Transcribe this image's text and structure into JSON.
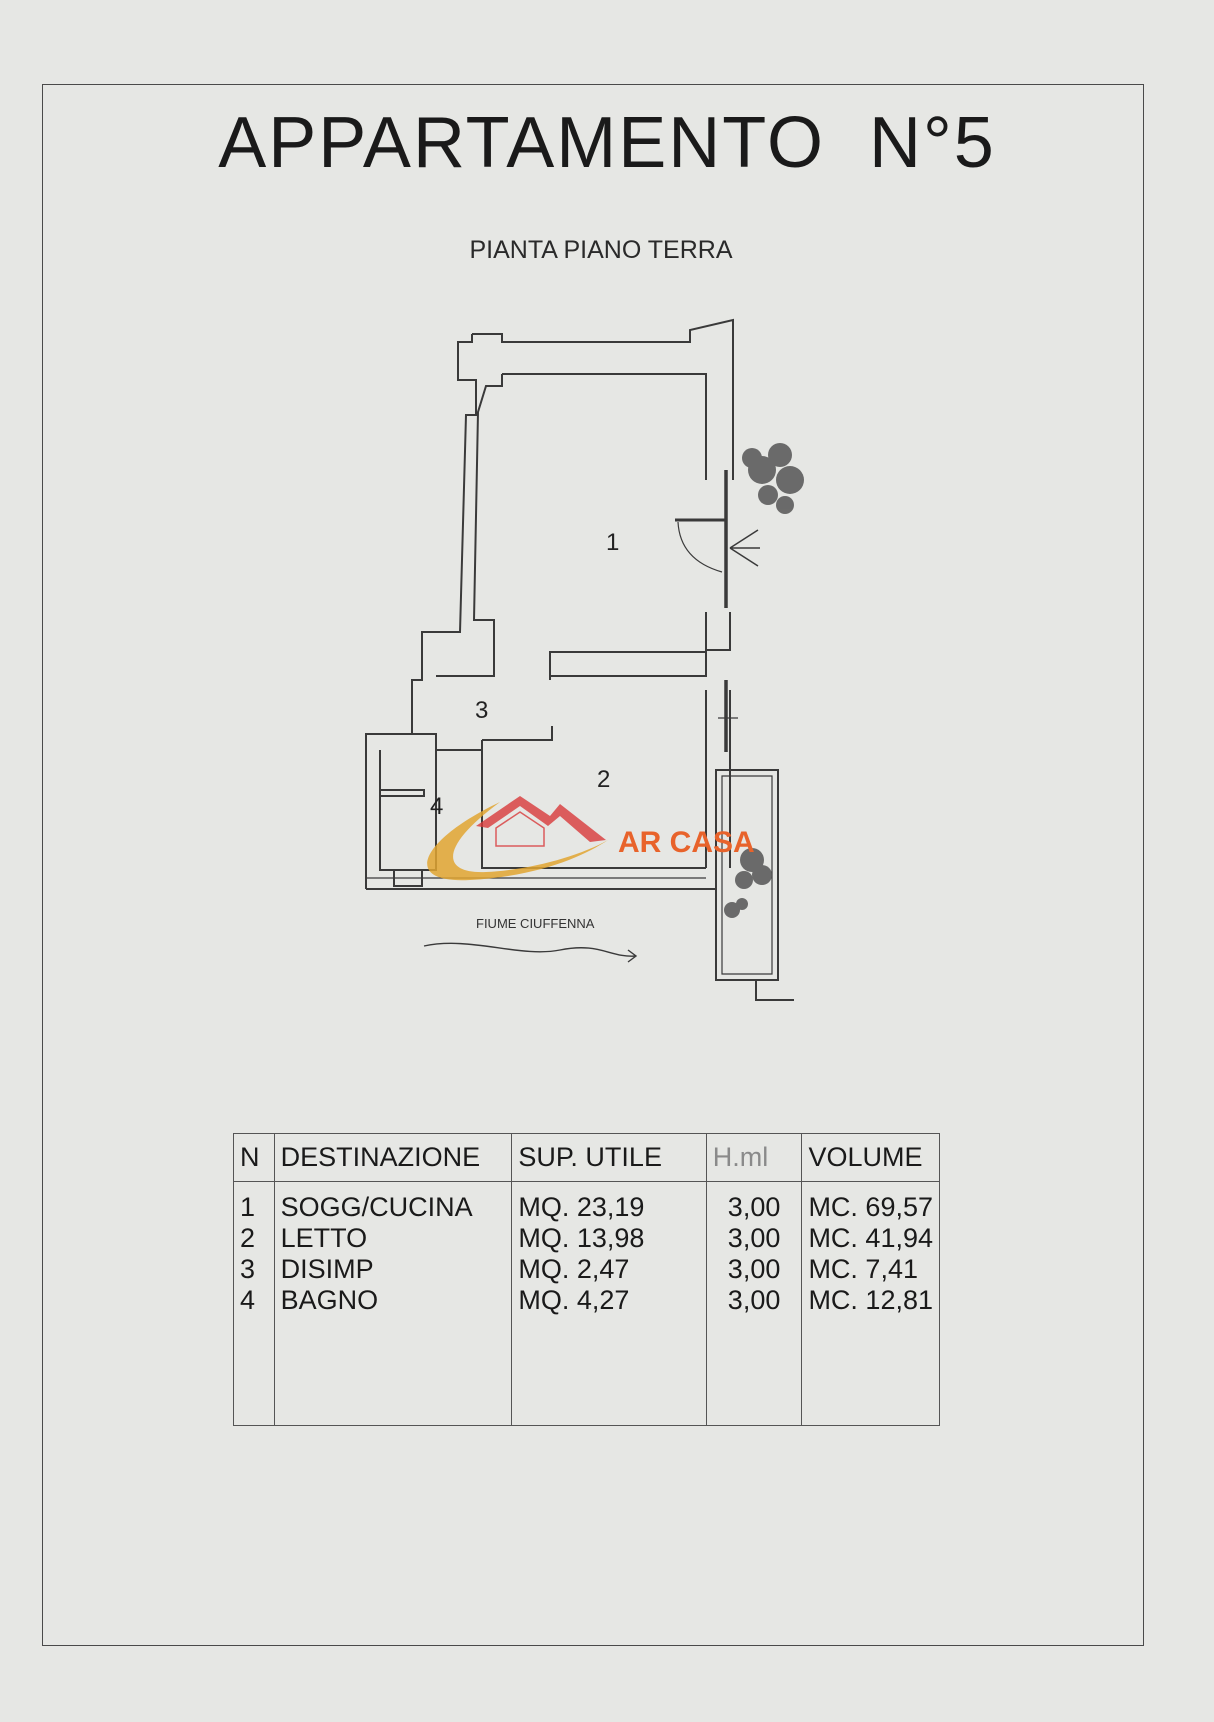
{
  "header": {
    "title": "APPARTAMENTO  N°5",
    "subtitle": "PIANTA PIANO TERRA"
  },
  "plan": {
    "rooms": [
      "1",
      "2",
      "3",
      "4"
    ],
    "river_label": "FIUME CIUFFENNA",
    "logo_text": "AR CASA",
    "logo_colors": {
      "arc": "#e0a531",
      "roof": "#d83a3a",
      "text": "#e8632b"
    }
  },
  "table": {
    "headers": {
      "n": "N",
      "destinazione": "DESTINAZIONE",
      "sup_utile": "SUP. UTILE",
      "h_ml": "H.ml",
      "volume": "VOLUME"
    },
    "rows": [
      {
        "n": "1",
        "destinazione": "SOGG/CUCINA",
        "sup_utile": "MQ. 23,19",
        "h_ml": "3,00",
        "volume": "MC. 69,57"
      },
      {
        "n": "2",
        "destinazione": "LETTO",
        "sup_utile": "MQ. 13,98",
        "h_ml": "3,00",
        "volume": "MC. 41,94"
      },
      {
        "n": "3",
        "destinazione": "DISIMP",
        "sup_utile": "MQ. 2,47",
        "h_ml": "3,00",
        "volume": "MC. 7,41"
      },
      {
        "n": "4",
        "destinazione": "BAGNO",
        "sup_utile": "MQ. 4,27",
        "h_ml": "3,00",
        "volume": "MC. 12,81"
      }
    ]
  }
}
